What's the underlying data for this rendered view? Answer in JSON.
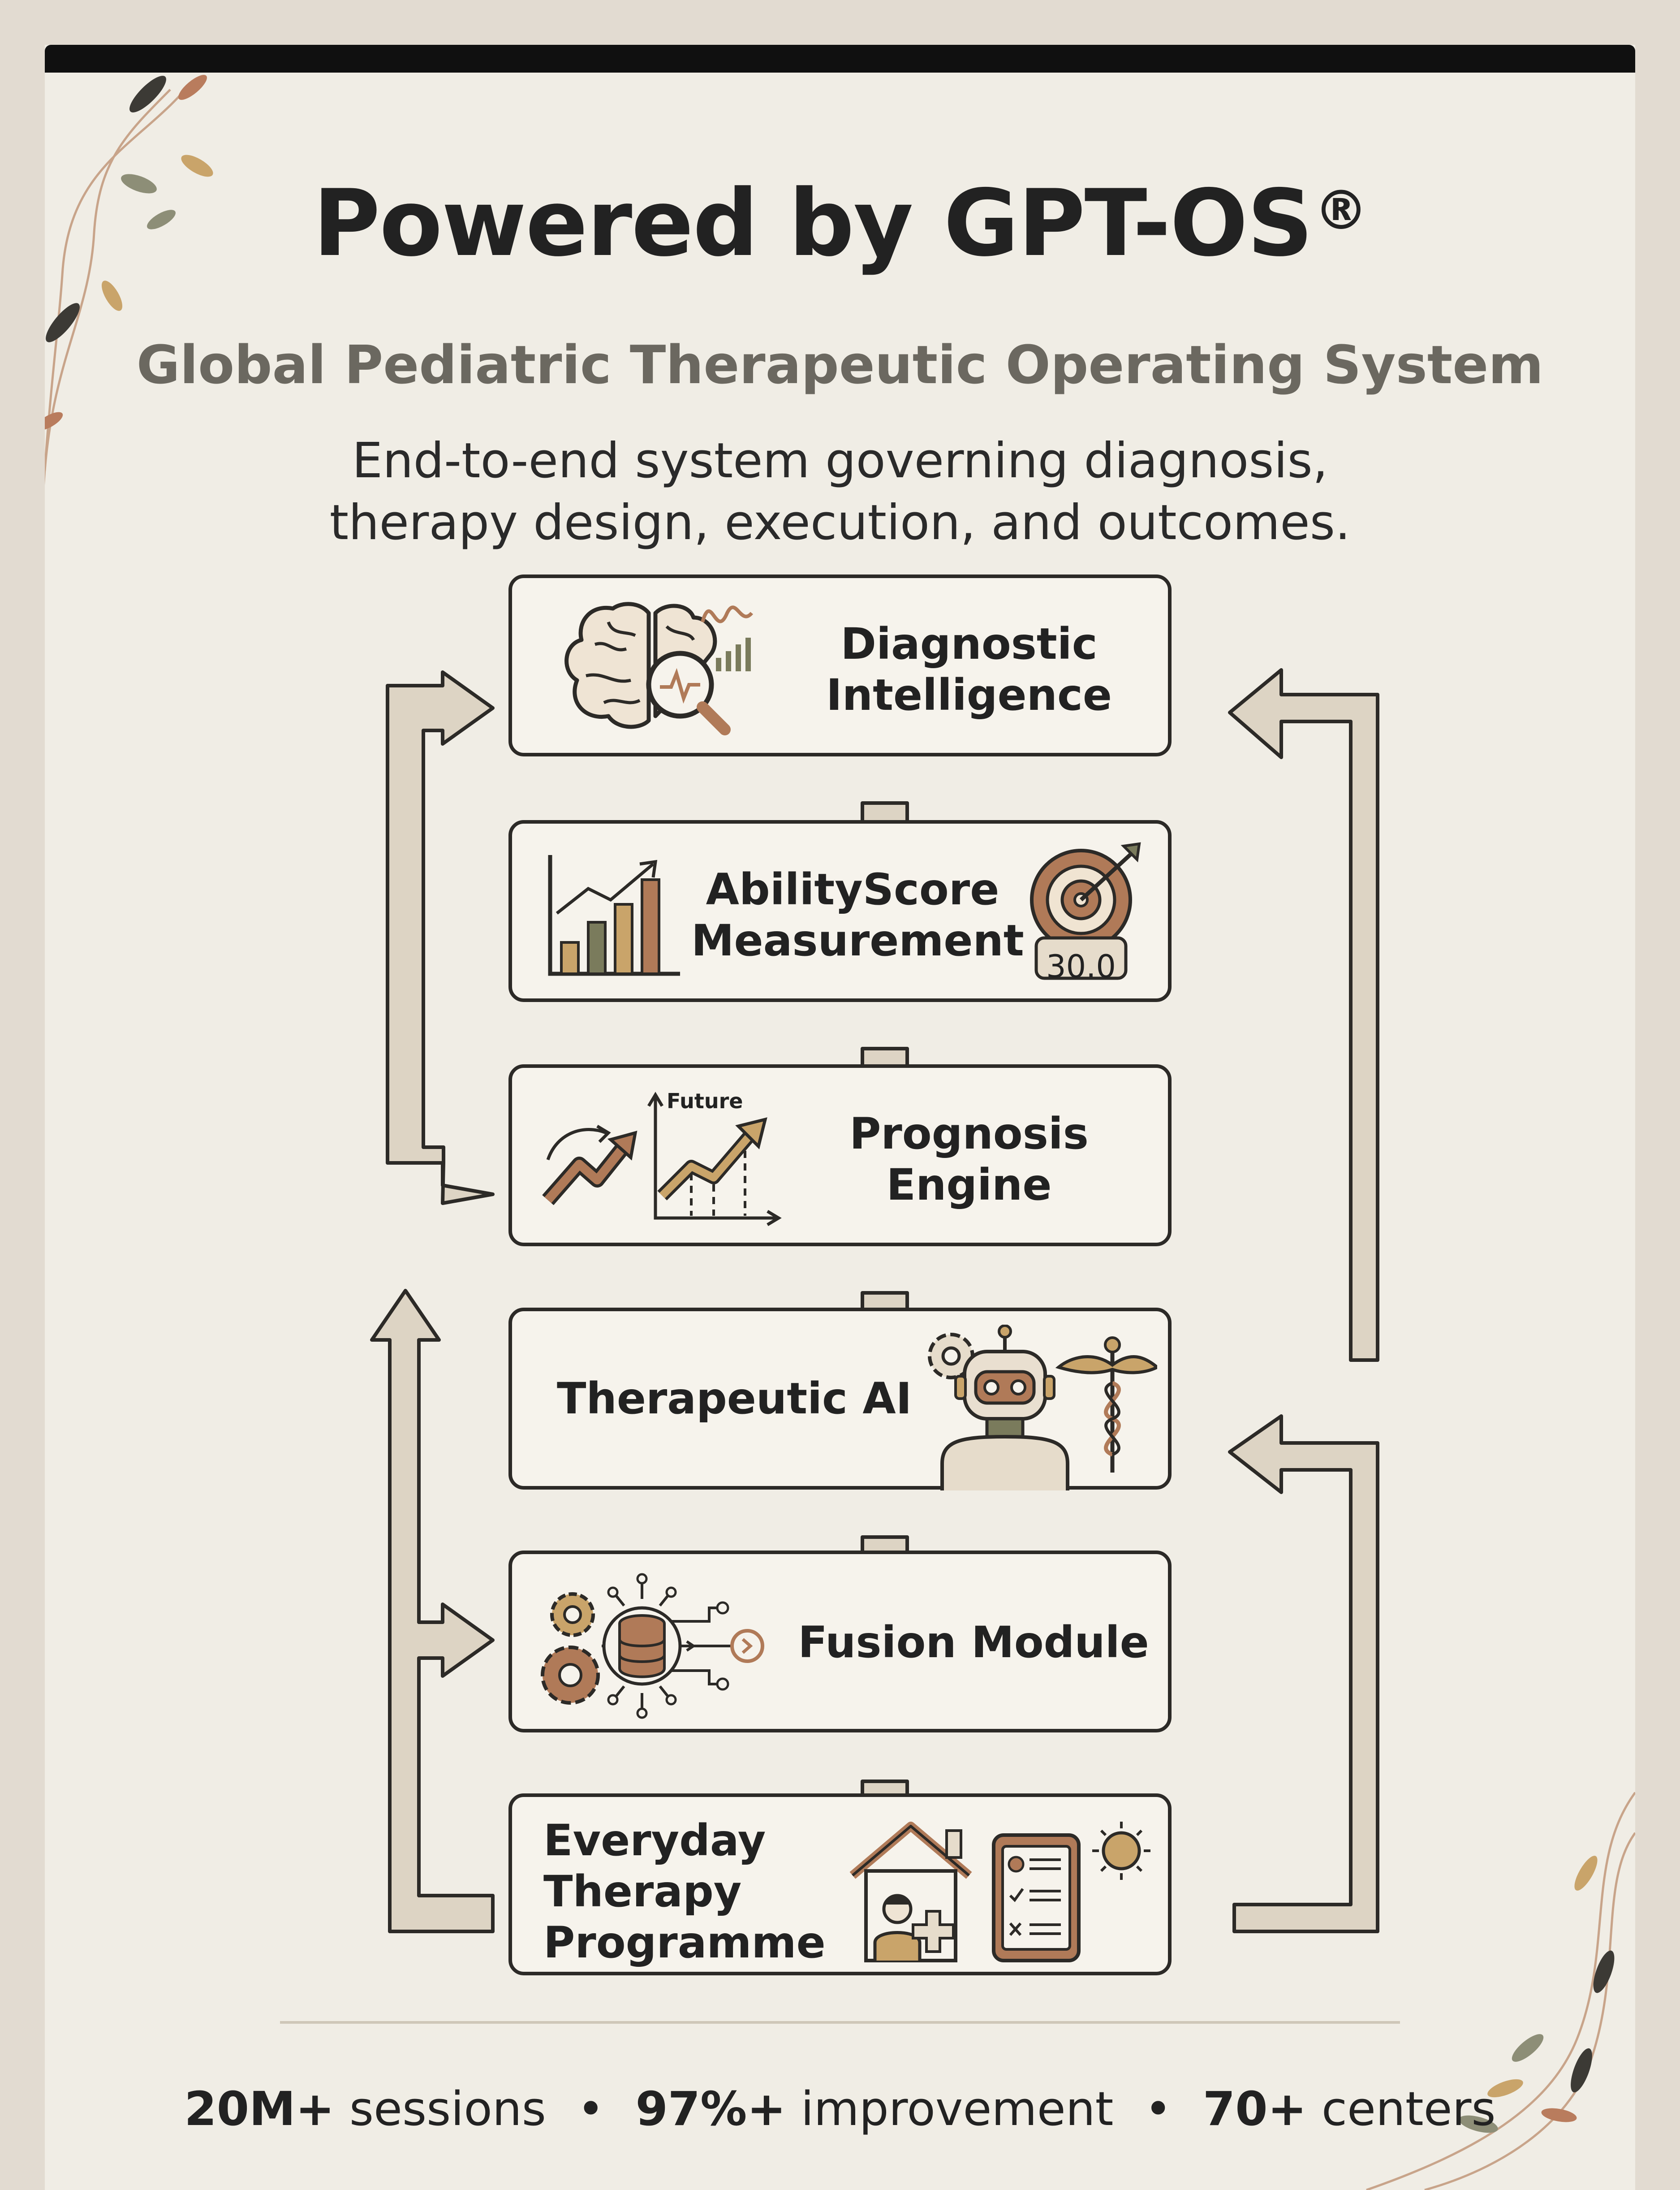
{
  "header": {
    "title": "Powered by GPT-OS",
    "title_mark": "®",
    "subtitle": "Global Pediatric Therapeutic Operating System",
    "description_line1": "End-to-end system governing diagnosis,",
    "description_line2": "therapy design, execution, and outcomes."
  },
  "modules": [
    {
      "label_line1": "Diagnostic",
      "label_line2": "Intelligence",
      "icon": "brain-magnifier-icon"
    },
    {
      "label_line1": "AbilityScore",
      "label_line2": "Measurement",
      "icon": "bar-chart-icon",
      "badge": "30.0",
      "badge_icon": "target-icon"
    },
    {
      "label_line1": "Prognosis",
      "label_line2": "Engine",
      "icon": "trend-arrow-icon",
      "chart_label": "Future"
    },
    {
      "label_line1": "Therapeutic AI",
      "icon": "robot-icon"
    },
    {
      "label_line1": "Fusion Module",
      "icon": "gears-database-icon"
    },
    {
      "label_line1": "Everyday",
      "label_line2": "Therapy",
      "label_line3": "Programme",
      "icon": "home-tablet-icon"
    }
  ],
  "stats": [
    {
      "value": "20M+",
      "label": "sessions"
    },
    {
      "value": "97%+",
      "label": "improvement"
    },
    {
      "value": "70+",
      "label": "centers"
    }
  ],
  "stats_separator": "•",
  "colors": {
    "background": "#e2dbd1",
    "card": "#f0ede5",
    "arrow_fill": "#ddd4c4",
    "outline": "#2c2a27",
    "accent_brown": "#b07a58",
    "accent_olive": "#7a7b5c",
    "accent_tan": "#c9a46a"
  }
}
